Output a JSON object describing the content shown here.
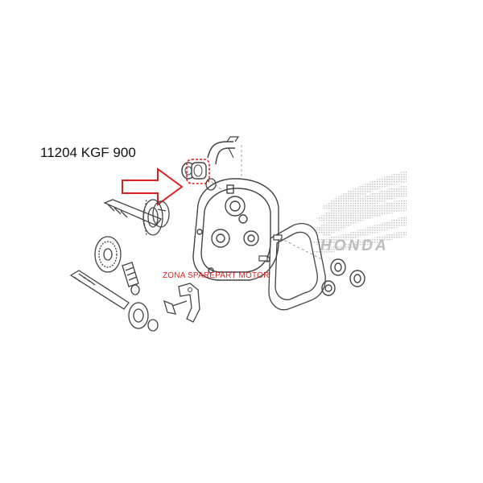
{
  "part_number": "11204 KGF 900",
  "watermark": "ZONA SPAREPART MOTOR",
  "brand_text": "HONDA",
  "colors": {
    "arrow": "#e02020",
    "highlight": "#e02020",
    "line": "#444444",
    "logo": "#c9c9c9"
  }
}
